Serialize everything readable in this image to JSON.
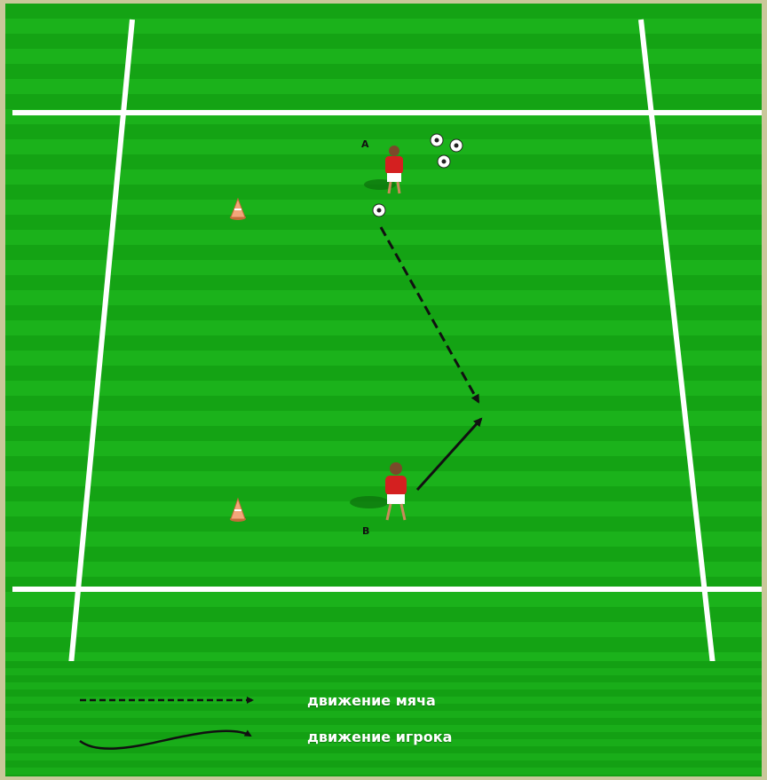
{
  "diagram": {
    "players": [
      {
        "label": "A",
        "shirt_color": "#d42020",
        "shorts_color": "#ffffff"
      },
      {
        "label": "B",
        "shirt_color": "#d42020",
        "shorts_color": "#ffffff"
      }
    ],
    "cones": [
      {
        "color": "#f0a070"
      },
      {
        "color": "#f0a070"
      }
    ],
    "balls_count": 4,
    "colors": {
      "field_light": "#1bb21b",
      "field_dark": "#14a314",
      "lines": "#ffffff",
      "arrows": "#111111",
      "frame": "#c9c89a"
    }
  },
  "legend": {
    "ball_movement": "движение мяча",
    "player_movement": "движение игрока"
  }
}
